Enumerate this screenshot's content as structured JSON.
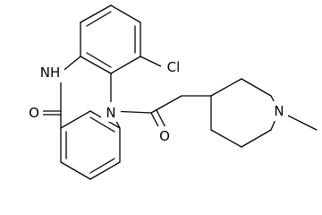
{
  "molecule": {
    "atoms": [
      {
        "id": "cl",
        "label": "Cl"
      },
      {
        "id": "nh",
        "label": "NH"
      },
      {
        "id": "o_lactam",
        "label": "O"
      },
      {
        "id": "n_amide",
        "label": "N"
      },
      {
        "id": "o_acyl",
        "label": "O"
      },
      {
        "id": "n_piperidine",
        "label": "N"
      }
    ]
  }
}
